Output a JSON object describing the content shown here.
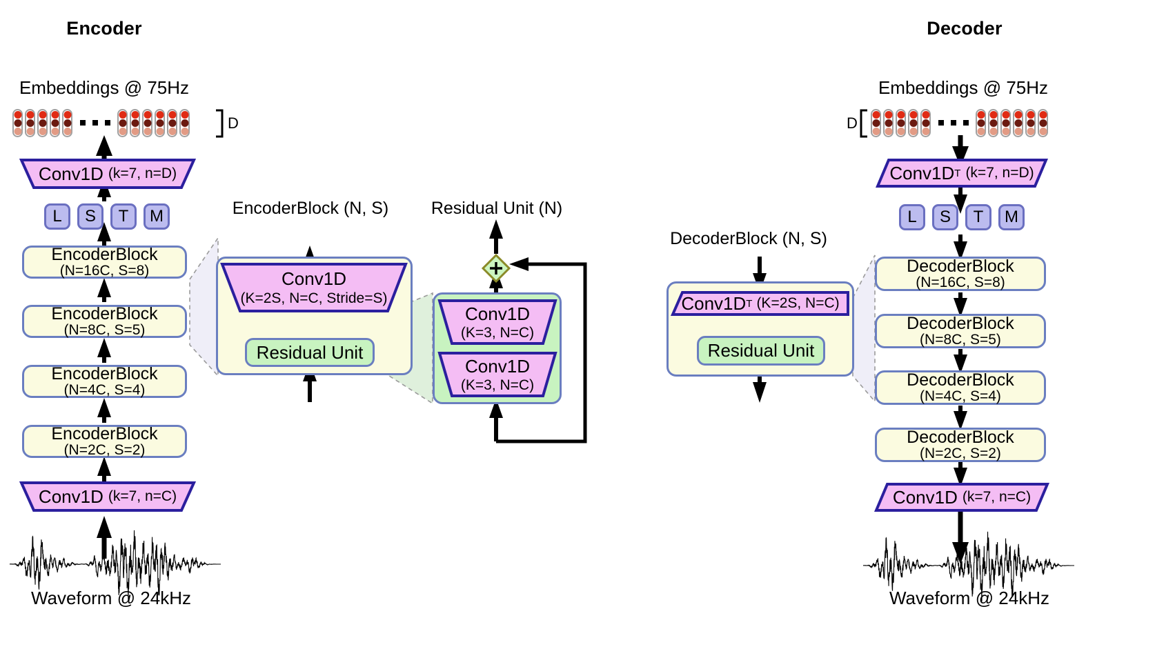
{
  "encoder": {
    "title": "Encoder",
    "embeddings_caption": "Embeddings @ 75Hz",
    "dim_label": "D",
    "embedding_groups": [
      5,
      6
    ],
    "top_conv": {
      "name": "Conv1D",
      "params": "(k=7, n=D)"
    },
    "lstm": [
      "L",
      "S",
      "T",
      "M"
    ],
    "blocks": [
      {
        "name": "EncoderBlock",
        "params": "(N=16C, S=8)"
      },
      {
        "name": "EncoderBlock",
        "params": "(N=8C, S=5)"
      },
      {
        "name": "EncoderBlock",
        "params": "(N=4C, S=4)"
      },
      {
        "name": "EncoderBlock",
        "params": "(N=2C, S=2)"
      }
    ],
    "bottom_conv": {
      "name": "Conv1D",
      "params": "(k=7, n=C)"
    },
    "waveform_caption": "Waveform @ 24kHz"
  },
  "encoder_block_detail": {
    "title": "EncoderBlock (N, S)",
    "conv": {
      "name": "Conv1D",
      "params": "(K=2S, N=C, Stride=S)"
    },
    "residual_unit": "Residual Unit"
  },
  "residual_unit_detail": {
    "title": "Residual Unit (N)",
    "add_symbol": "+",
    "convs": [
      {
        "name": "Conv1D",
        "params": "(K=3, N=C)"
      },
      {
        "name": "Conv1D",
        "params": "(K=3, N=C)"
      }
    ]
  },
  "decoder_block_detail": {
    "title": "DecoderBlock (N, S)",
    "conv": {
      "name": "Conv1D",
      "sup": "T",
      "params": "(K=2S, N=C)"
    },
    "residual_unit": "Residual Unit"
  },
  "decoder": {
    "title": "Decoder",
    "embeddings_caption": "Embeddings @ 75Hz",
    "dim_label": "D",
    "embedding_groups": [
      5,
      6
    ],
    "top_conv": {
      "name": "Conv1D",
      "sup": "T",
      "params": "(k=7, n=D)"
    },
    "lstm": [
      "L",
      "S",
      "T",
      "M"
    ],
    "blocks": [
      {
        "name": "DecoderBlock",
        "params": "(N=16C, S=8)"
      },
      {
        "name": "DecoderBlock",
        "params": "(N=8C, S=5)"
      },
      {
        "name": "DecoderBlock",
        "params": "(N=4C, S=4)"
      },
      {
        "name": "DecoderBlock",
        "params": "(N=2C, S=2)"
      }
    ],
    "bottom_conv": {
      "name": "Conv1D",
      "params": "(k=7, n=C)"
    },
    "waveform_caption": "Waveform @ 24kHz"
  },
  "colors": {
    "conv_fill": "#f4bdf4",
    "conv_stroke": "#2b1f9e",
    "block_fill": "#fbfbe0",
    "block_stroke": "#6a7ec0",
    "residual_fill": "#c8f3c0",
    "lstm_fill": "#bcbcef",
    "add_fill": "#ccf5c0",
    "add_stroke": "#8a8a28",
    "dot_top": "#e02b14",
    "dot_mid": "#6b1a10",
    "dot_bot": "#e29b85",
    "wedge_enc": "#efeef8",
    "wedge_res": "#dff0dc"
  }
}
